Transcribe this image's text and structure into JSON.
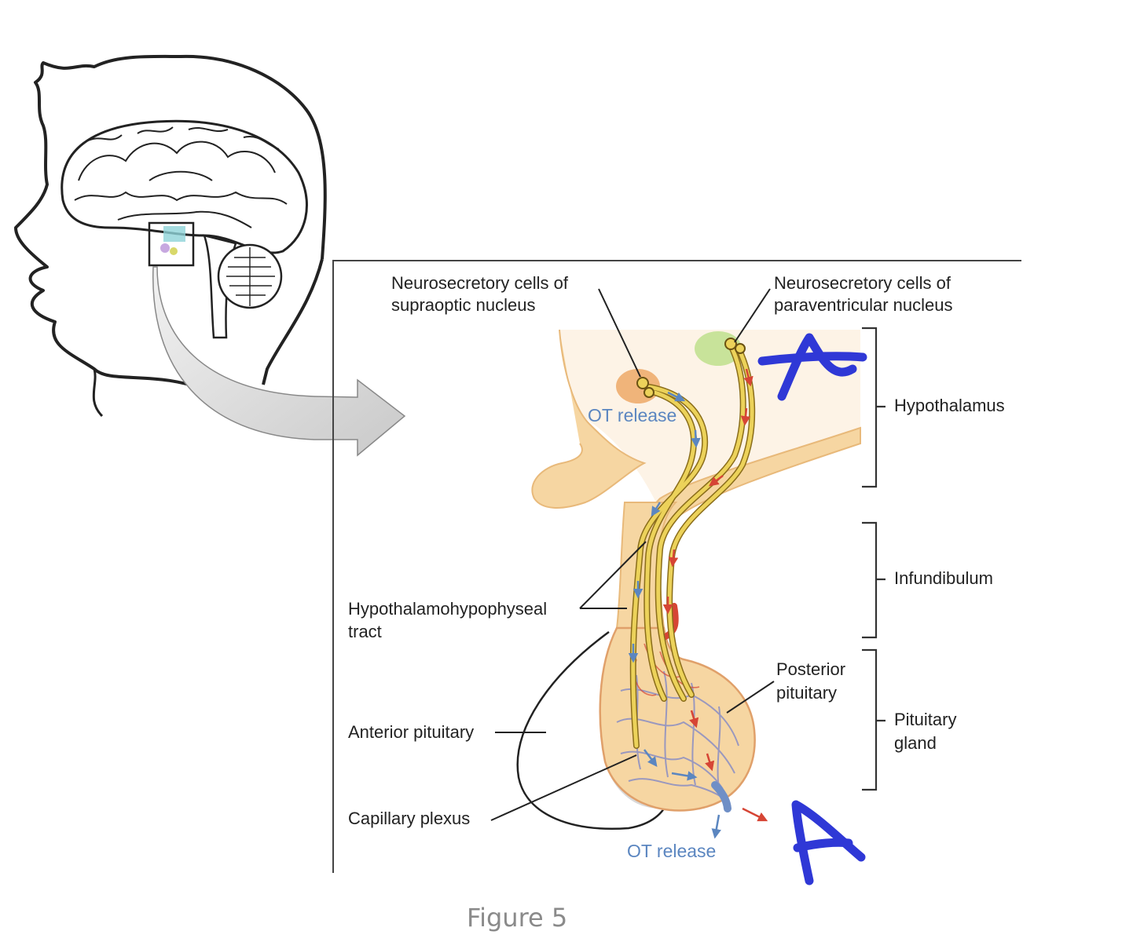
{
  "labels": {
    "supraoptic": [
      "Neurosecretory cells of",
      "supraoptic nucleus"
    ],
    "paraventricular": [
      "Neurosecretory cells of",
      "paraventricular nucleus"
    ],
    "ot_release_top": "OT release",
    "ot_release_bottom": "OT release",
    "hypothalamus": "Hypothalamus",
    "infundibulum": "Infundibulum",
    "pituitary_gland": [
      "Pituitary",
      "gland"
    ],
    "posterior_pituitary": [
      "Posterior",
      "pituitary"
    ],
    "tract": [
      "Hypothalamohypophyseal",
      "tract"
    ],
    "anterior_pituitary": "Anterior pituitary",
    "capillary_plexus": "Capillary plexus"
  },
  "annotations": {
    "handwritten_marks": [
      "A",
      "A"
    ],
    "ink_color": "#2f38d6"
  },
  "caption": "Figure 5",
  "colors": {
    "tissue": "#f6d6a2",
    "tissue_dark": "#e8b97a",
    "tissue_light": "#fdf3e6",
    "axon": "#e6c84a",
    "supraoptic_nucleus": "#f0b47a",
    "paraventricular_nucleus": "#c8e39a",
    "hormone_blue": "#5b86c0",
    "hormone_red": "#d64535"
  },
  "icons": {
    "arrow": "large-curved-arrow",
    "head": "head-silhouette-icon",
    "brain": "brain-icon"
  }
}
